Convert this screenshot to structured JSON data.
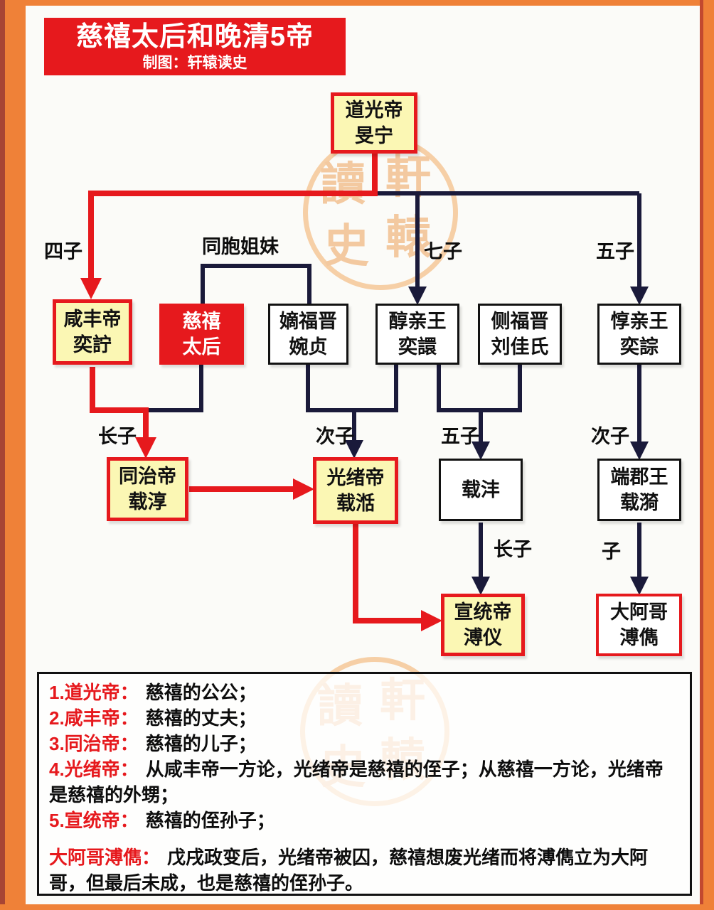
{
  "title": {
    "heading": "慈禧太后和晚清5帝",
    "credit": "制图：轩辕读史"
  },
  "colors": {
    "red": "#e6191d",
    "navy": "#1a1a3a",
    "yellow_box": "#fbf7b4",
    "frame_orange": "#ef8138",
    "watermark": "#f3c9a0"
  },
  "watermark": {
    "du": "讀",
    "shi": "史",
    "xuan": "軒",
    "yuan": "轅"
  },
  "nodes": {
    "daoguang": {
      "line1": "道光帝",
      "line2": "旻宁"
    },
    "xianfeng": {
      "line1": "咸丰帝",
      "line2": "奕詝"
    },
    "cixi": {
      "line1": "慈禧",
      "line2": "太后"
    },
    "difujin": {
      "line1": "嫡福晋",
      "line2": "婉贞"
    },
    "chunqinwang": {
      "line1": "醇亲王",
      "line2": "奕譞"
    },
    "cefujin": {
      "line1": "侧福晋",
      "line2": "刘佳氏"
    },
    "dunqinwang": {
      "line1": "惇亲王",
      "line2": "奕誴"
    },
    "tongzhi": {
      "line1": "同治帝",
      "line2": "载淳"
    },
    "guangxu": {
      "line1": "光绪帝",
      "line2": "载湉"
    },
    "zaifeng": {
      "line1": "载沣"
    },
    "duanjunwang": {
      "line1": "端郡王",
      "line2": "载漪"
    },
    "xuantong": {
      "line1": "宣统帝",
      "line2": "溥仪"
    },
    "dage": {
      "line1": "大阿哥",
      "line2": "溥儁"
    }
  },
  "edge_labels": {
    "sizi": "四子",
    "tongbao": "同胞姐妹",
    "qizi": "七子",
    "wuzi_dun": "五子",
    "zhangzi_tongzhi": "长子",
    "cizi_guangxu": "次子",
    "wuzi_zaifeng": "五子",
    "cizi_duanjun": "次子",
    "zhangzi_xuantong": "长子",
    "zi_dage": "子"
  },
  "notes": [
    {
      "prefix": "1.道光帝：",
      "text": "慈禧的公公；"
    },
    {
      "prefix": "2.咸丰帝：",
      "text": "慈禧的丈夫；"
    },
    {
      "prefix": "3.同治帝：",
      "text": "慈禧的儿子；"
    },
    {
      "prefix": "4.光绪帝：",
      "text": "从咸丰帝一方论，光绪帝是慈禧的侄子；从慈禧一方论，光绪帝是慈禧的外甥；"
    },
    {
      "prefix": "5.宣统帝：",
      "text": "慈禧的侄孙子；"
    },
    {
      "prefix": "大阿哥溥儁：",
      "text": "戊戌政变后，光绪帝被囚，慈禧想废光绪而将溥儁立为大阿哥，但最后未成，也是慈禧的侄孙子。"
    }
  ]
}
